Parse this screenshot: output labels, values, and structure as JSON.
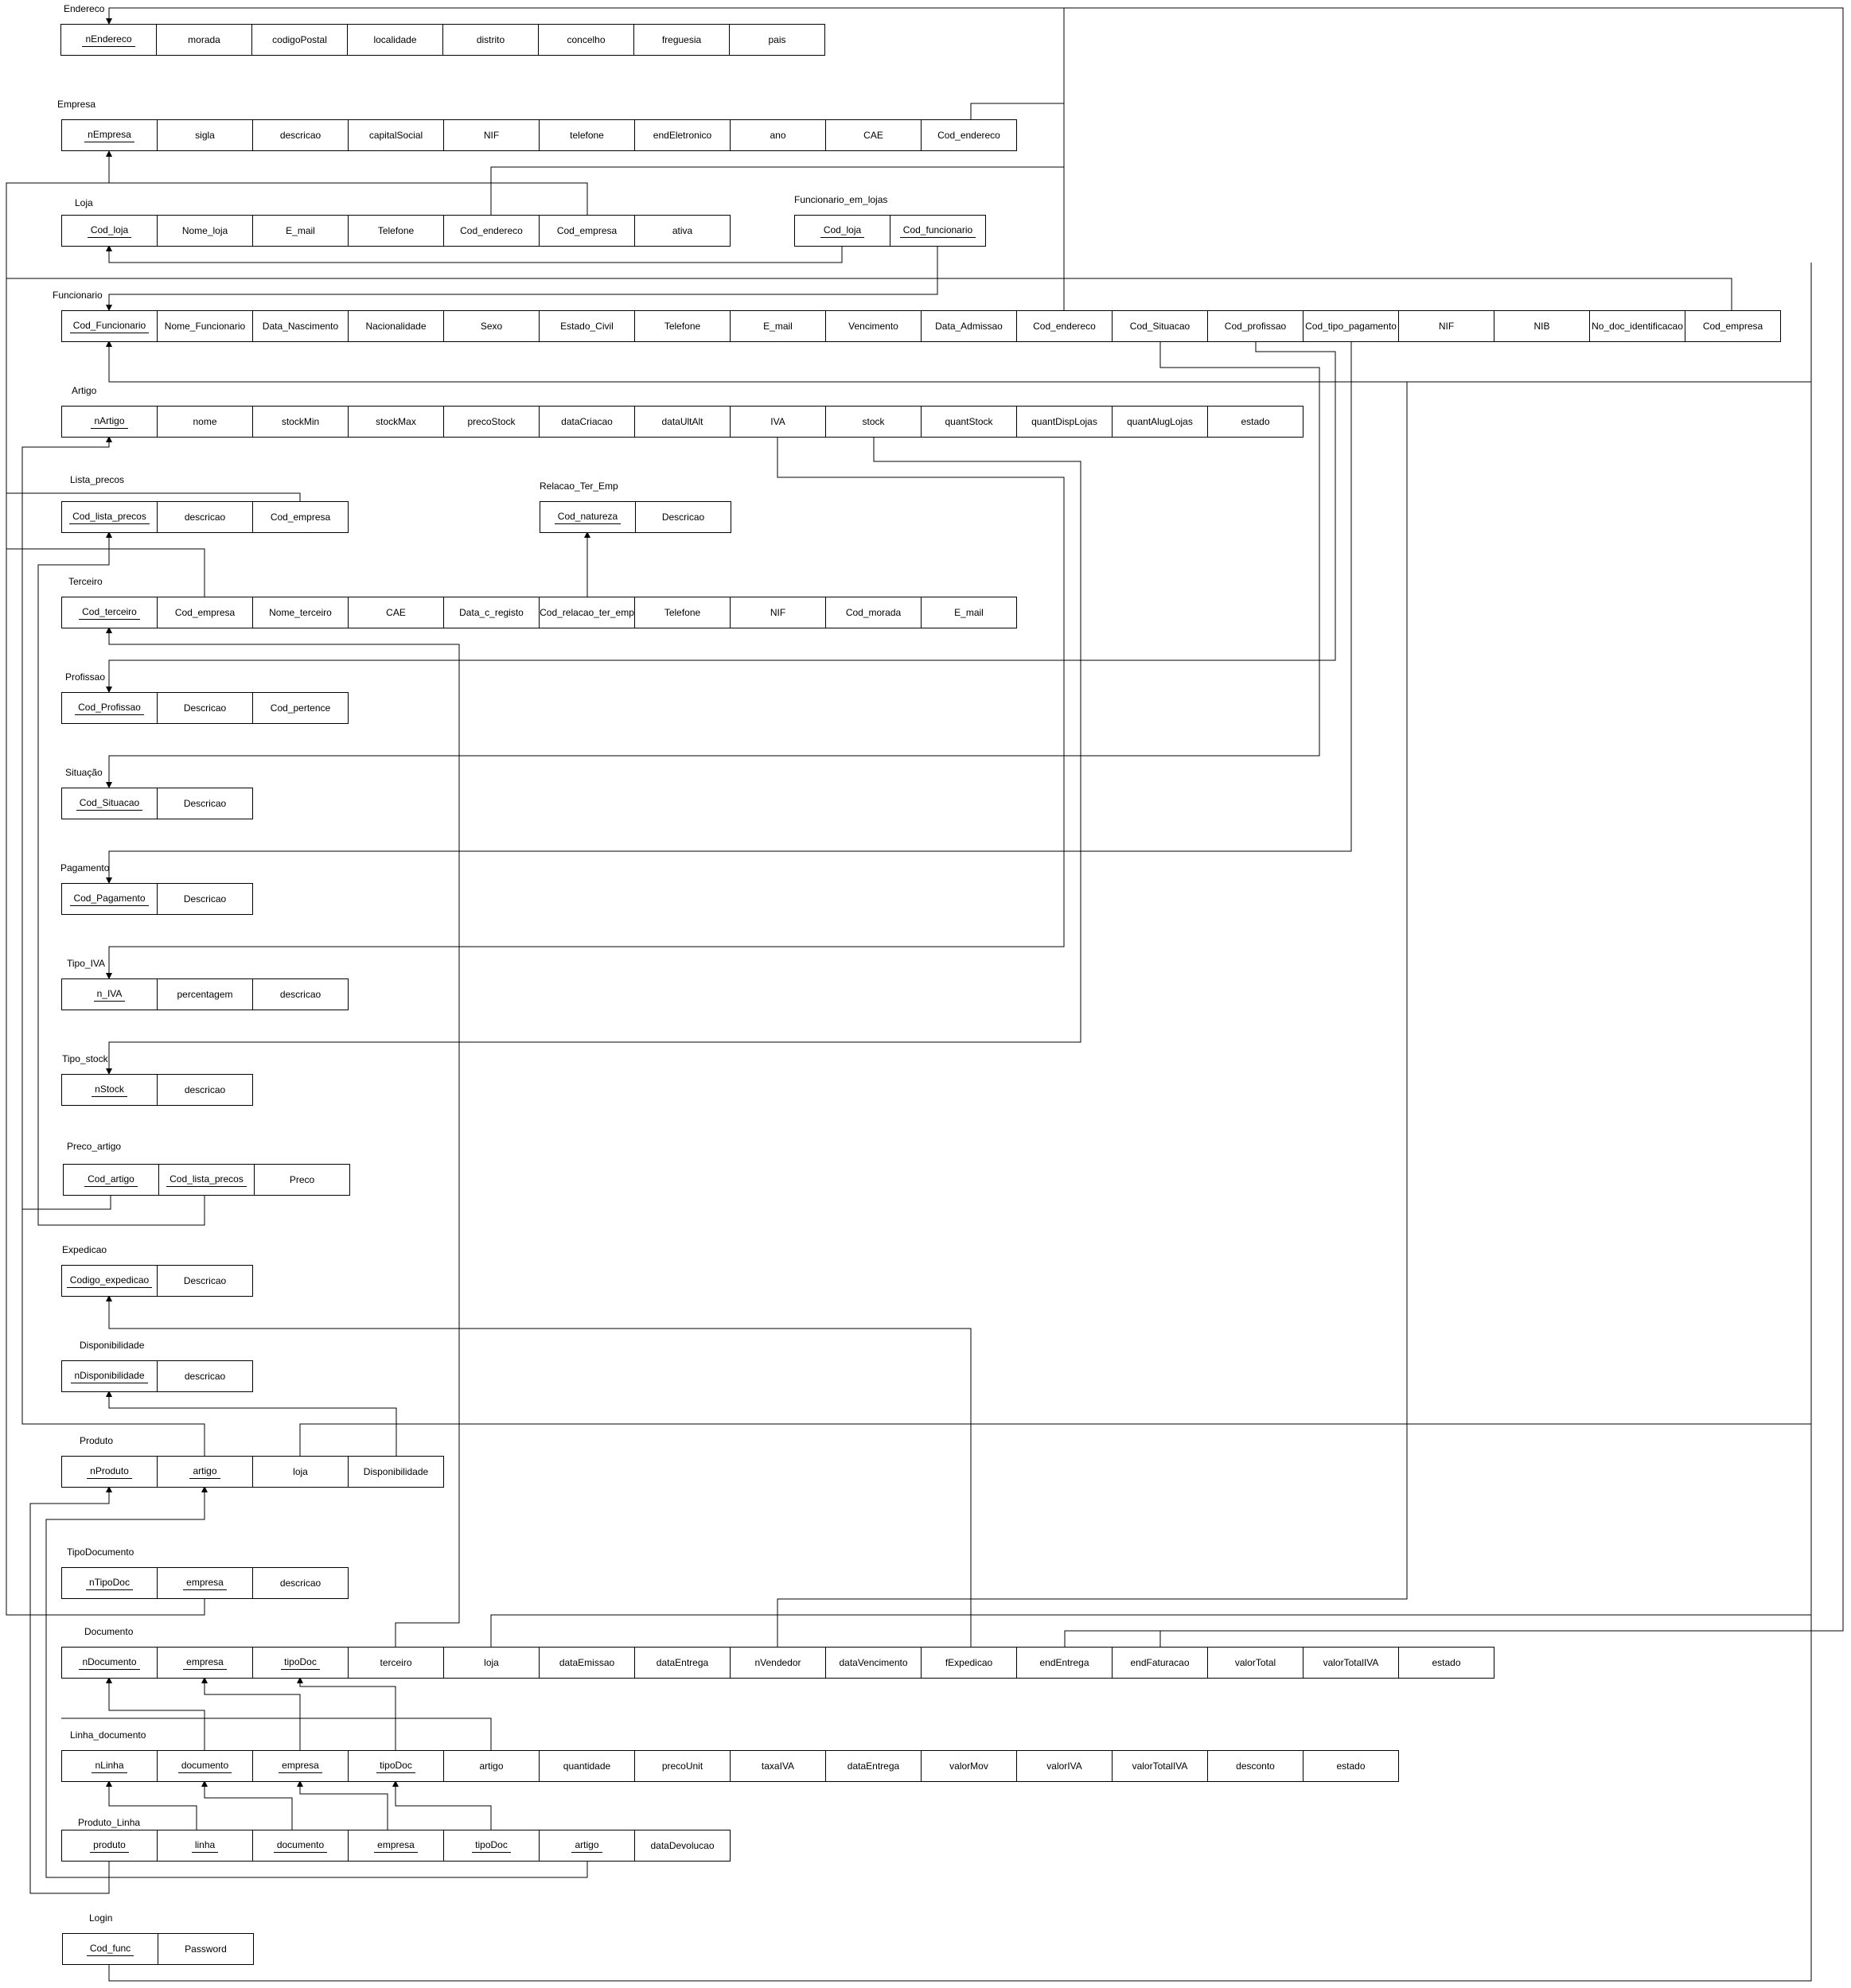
{
  "tables": [
    {
      "id": "endereco",
      "title": "Endereco",
      "fields": [
        {
          "name": "nEndereco",
          "pk": true
        },
        {
          "name": "morada"
        },
        {
          "name": "codigoPostal"
        },
        {
          "name": "localidade"
        },
        {
          "name": "distrito"
        },
        {
          "name": "concelho"
        },
        {
          "name": "freguesia"
        },
        {
          "name": "pais"
        }
      ]
    },
    {
      "id": "empresa",
      "title": "Empresa",
      "fields": [
        {
          "name": "nEmpresa",
          "pk": true
        },
        {
          "name": "sigla"
        },
        {
          "name": "descricao"
        },
        {
          "name": "capitalSocial"
        },
        {
          "name": "NIF"
        },
        {
          "name": "telefone"
        },
        {
          "name": "endEletronico"
        },
        {
          "name": "ano"
        },
        {
          "name": "CAE"
        },
        {
          "name": "Cod_endereco"
        }
      ]
    },
    {
      "id": "loja",
      "title": "Loja",
      "fields": [
        {
          "name": "Cod_loja",
          "pk": true
        },
        {
          "name": "Nome_loja"
        },
        {
          "name": "E_mail"
        },
        {
          "name": "Telefone"
        },
        {
          "name": "Cod_endereco"
        },
        {
          "name": "Cod_empresa"
        },
        {
          "name": "ativa"
        }
      ]
    },
    {
      "id": "funcionario-em-lojas",
      "title": "Funcionario_em_lojas",
      "fields": [
        {
          "name": "Cod_loja",
          "pk": true
        },
        {
          "name": "Cod_funcionario",
          "pk": true
        }
      ]
    },
    {
      "id": "funcionario",
      "title": "Funcionario",
      "fields": [
        {
          "name": "Cod_Funcionario",
          "pk": true
        },
        {
          "name": "Nome_Funcionario"
        },
        {
          "name": "Data_Nascimento"
        },
        {
          "name": "Nacionalidade"
        },
        {
          "name": "Sexo"
        },
        {
          "name": "Estado_Civil"
        },
        {
          "name": "Telefone"
        },
        {
          "name": "E_mail"
        },
        {
          "name": "Vencimento"
        },
        {
          "name": "Data_Admissao"
        },
        {
          "name": "Cod_endereco"
        },
        {
          "name": "Cod_Situacao"
        },
        {
          "name": "Cod_profissao"
        },
        {
          "name": "Cod_tipo_pagamento"
        },
        {
          "name": "NIF"
        },
        {
          "name": "NIB"
        },
        {
          "name": "No_doc_identificacao"
        },
        {
          "name": "Cod_empresa"
        }
      ]
    },
    {
      "id": "artigo",
      "title": "Artigo",
      "fields": [
        {
          "name": "nArtigo",
          "pk": true
        },
        {
          "name": "nome"
        },
        {
          "name": "stockMin"
        },
        {
          "name": "stockMax"
        },
        {
          "name": "precoStock"
        },
        {
          "name": "dataCriacao"
        },
        {
          "name": "dataUltAlt"
        },
        {
          "name": "IVA"
        },
        {
          "name": "stock"
        },
        {
          "name": "quantStock"
        },
        {
          "name": "quantDispLojas"
        },
        {
          "name": "quantAlugLojas"
        },
        {
          "name": "estado"
        }
      ]
    },
    {
      "id": "lista-precos",
      "title": "Lista_precos",
      "fields": [
        {
          "name": "Cod_lista_precos",
          "pk": true
        },
        {
          "name": "descricao"
        },
        {
          "name": "Cod_empresa"
        }
      ]
    },
    {
      "id": "relacao-ter-emp",
      "title": "Relacao_Ter_Emp",
      "fields": [
        {
          "name": "Cod_natureza",
          "pk": true
        },
        {
          "name": "Descricao"
        }
      ]
    },
    {
      "id": "terceiro",
      "title": "Terceiro",
      "fields": [
        {
          "name": "Cod_terceiro",
          "pk": true
        },
        {
          "name": "Cod_empresa"
        },
        {
          "name": "Nome_terceiro"
        },
        {
          "name": "CAE"
        },
        {
          "name": "Data_c_registo"
        },
        {
          "name": "Cod_relacao_ter_emp"
        },
        {
          "name": "Telefone"
        },
        {
          "name": "NIF"
        },
        {
          "name": "Cod_morada"
        },
        {
          "name": "E_mail"
        }
      ]
    },
    {
      "id": "profissao",
      "title": "Profissao",
      "fields": [
        {
          "name": "Cod_Profissao",
          "pk": true
        },
        {
          "name": "Descricao"
        },
        {
          "name": "Cod_pertence"
        }
      ]
    },
    {
      "id": "situacao",
      "title": "Situação",
      "fields": [
        {
          "name": "Cod_Situacao",
          "pk": true
        },
        {
          "name": "Descricao"
        }
      ]
    },
    {
      "id": "pagamento",
      "title": "Pagamento",
      "fields": [
        {
          "name": "Cod_Pagamento",
          "pk": true
        },
        {
          "name": "Descricao"
        }
      ]
    },
    {
      "id": "tipo-iva",
      "title": "Tipo_IVA",
      "fields": [
        {
          "name": "n_IVA",
          "pk": true
        },
        {
          "name": "percentagem"
        },
        {
          "name": "descricao"
        }
      ]
    },
    {
      "id": "tipo-stock",
      "title": "Tipo_stock",
      "fields": [
        {
          "name": "nStock",
          "pk": true
        },
        {
          "name": "descricao"
        }
      ]
    },
    {
      "id": "preco-artigo",
      "title": "Preco_artigo",
      "fields": [
        {
          "name": "Cod_artigo",
          "pk": true
        },
        {
          "name": "Cod_lista_precos",
          "pk": true
        },
        {
          "name": "Preco"
        }
      ]
    },
    {
      "id": "expedicao",
      "title": "Expedicao",
      "fields": [
        {
          "name": "Codigo_expedicao",
          "pk": true
        },
        {
          "name": "Descricao"
        }
      ]
    },
    {
      "id": "disponibilidade",
      "title": "Disponibilidade",
      "fields": [
        {
          "name": "nDisponibilidade",
          "pk": true
        },
        {
          "name": "descricao"
        }
      ]
    },
    {
      "id": "produto",
      "title": "Produto",
      "fields": [
        {
          "name": "nProduto",
          "pk": true
        },
        {
          "name": "artigo",
          "pk": true
        },
        {
          "name": "loja"
        },
        {
          "name": "Disponibilidade"
        }
      ]
    },
    {
      "id": "tipo-documento",
      "title": "TipoDocumento",
      "fields": [
        {
          "name": "nTipoDoc",
          "pk": true
        },
        {
          "name": "empresa",
          "pk": true
        },
        {
          "name": "descricao"
        }
      ]
    },
    {
      "id": "documento",
      "title": "Documento",
      "fields": [
        {
          "name": "nDocumento",
          "pk": true
        },
        {
          "name": "empresa",
          "pk": true
        },
        {
          "name": "tipoDoc",
          "pk": true
        },
        {
          "name": "terceiro"
        },
        {
          "name": "loja"
        },
        {
          "name": "dataEmissao"
        },
        {
          "name": "dataEntrega"
        },
        {
          "name": "nVendedor"
        },
        {
          "name": "dataVencimento"
        },
        {
          "name": "fExpedicao"
        },
        {
          "name": "endEntrega"
        },
        {
          "name": "endFaturacao"
        },
        {
          "name": "valorTotal"
        },
        {
          "name": "valorTotalIVA"
        },
        {
          "name": "estado"
        }
      ]
    },
    {
      "id": "linha-documento",
      "title": "Linha_documento",
      "fields": [
        {
          "name": "nLinha",
          "pk": true
        },
        {
          "name": "documento",
          "pk": true
        },
        {
          "name": "empresa",
          "pk": true
        },
        {
          "name": "tipoDoc",
          "pk": true
        },
        {
          "name": "artigo"
        },
        {
          "name": "quantidade"
        },
        {
          "name": "precoUnit"
        },
        {
          "name": "taxaIVA"
        },
        {
          "name": "dataEntrega"
        },
        {
          "name": "valorMov"
        },
        {
          "name": "valorIVA"
        },
        {
          "name": "valorTotalIVA"
        },
        {
          "name": "desconto"
        },
        {
          "name": "estado"
        }
      ]
    },
    {
      "id": "produto-linha",
      "title": "Produto_Linha",
      "fields": [
        {
          "name": "produto",
          "pk": true
        },
        {
          "name": "linha",
          "pk": true
        },
        {
          "name": "documento",
          "pk": true
        },
        {
          "name": "empresa",
          "pk": true
        },
        {
          "name": "tipoDoc",
          "pk": true
        },
        {
          "name": "artigo",
          "pk": true
        },
        {
          "name": "dataDevolucao"
        }
      ]
    },
    {
      "id": "login",
      "title": "Login",
      "fields": [
        {
          "name": "Cod_func",
          "pk": true
        },
        {
          "name": "Password"
        }
      ]
    }
  ]
}
